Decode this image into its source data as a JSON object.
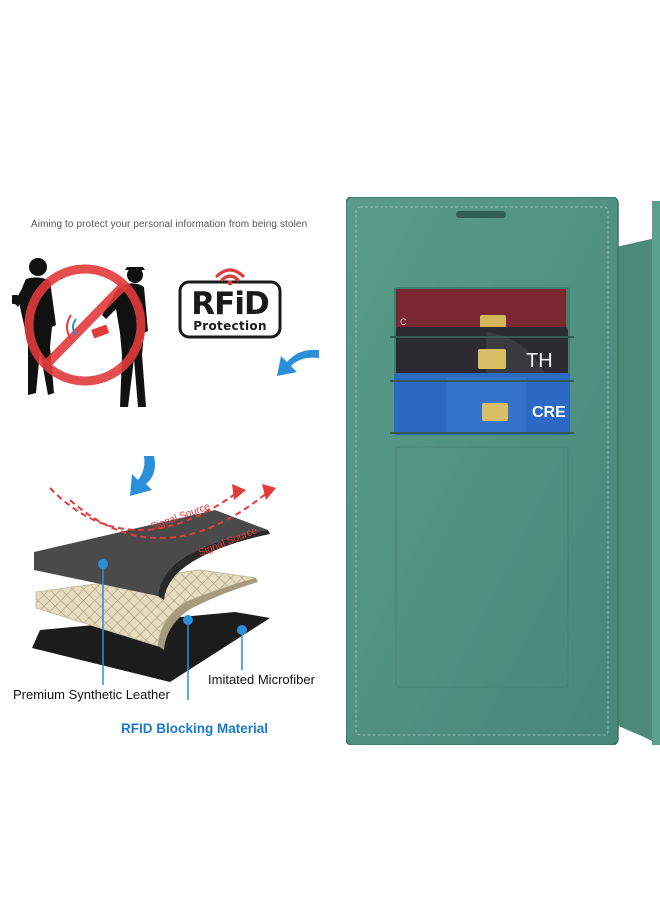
{
  "caption": "Aiming to protect your personal information from being stolen",
  "rfid_badge": {
    "title": "RFiD",
    "subtitle": "Protection"
  },
  "layers": {
    "signal_label_1": "Signal Source",
    "signal_label_2": "Signal Source",
    "leather": "Premium Synthetic Leather",
    "microfiber": "Imitated Microfiber",
    "rfid_material": "RFID Blocking Material"
  },
  "colors": {
    "case_green": "#4e8f7c",
    "accent_blue": "#2b8fd9",
    "prohibit_red": "#e23b3b",
    "label_blue": "#1a7ad1"
  },
  "icons": [
    "thief-prohibited-icon",
    "wifi-signal-icon",
    "curved-arrow-left-icon",
    "curved-arrow-down-icon"
  ],
  "cards": [
    {
      "name": "maroon-card",
      "visible_text": "C"
    },
    {
      "name": "dark-card",
      "visible_text": "TH"
    },
    {
      "name": "blue-card",
      "visible_text": "CRE"
    }
  ]
}
